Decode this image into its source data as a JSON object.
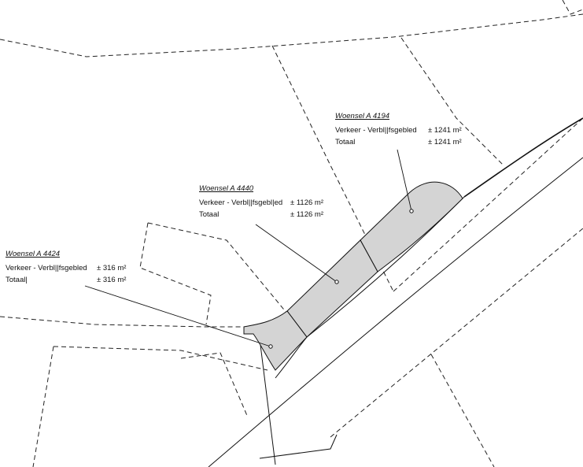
{
  "parcels": [
    {
      "id": "4194",
      "title": "Woensel A 4194",
      "rows": [
        {
          "label": "Verkeer - Verbl||fsgebled",
          "value": "± 1241 m²"
        },
        {
          "label": "Totaal",
          "value": "± 1241 m²"
        }
      ]
    },
    {
      "id": "4440",
      "title": "Woensel A 4440",
      "rows": [
        {
          "label": "Verkeer - Verbl||fsgebl|ed",
          "value": "± 1126 m²"
        },
        {
          "label": "Totaal",
          "value": "± 1126 m²"
        }
      ]
    },
    {
      "id": "4424",
      "title": "Woensel A 4424",
      "rows": [
        {
          "label": "Verkeer - Verbl||fsgebled",
          "value": "± 316 m²"
        },
        {
          "label": "Totaal|",
          "value": "± 316 m²"
        }
      ]
    }
  ],
  "colors": {
    "area_fill": "#d4d4d4",
    "line": "#111111"
  }
}
